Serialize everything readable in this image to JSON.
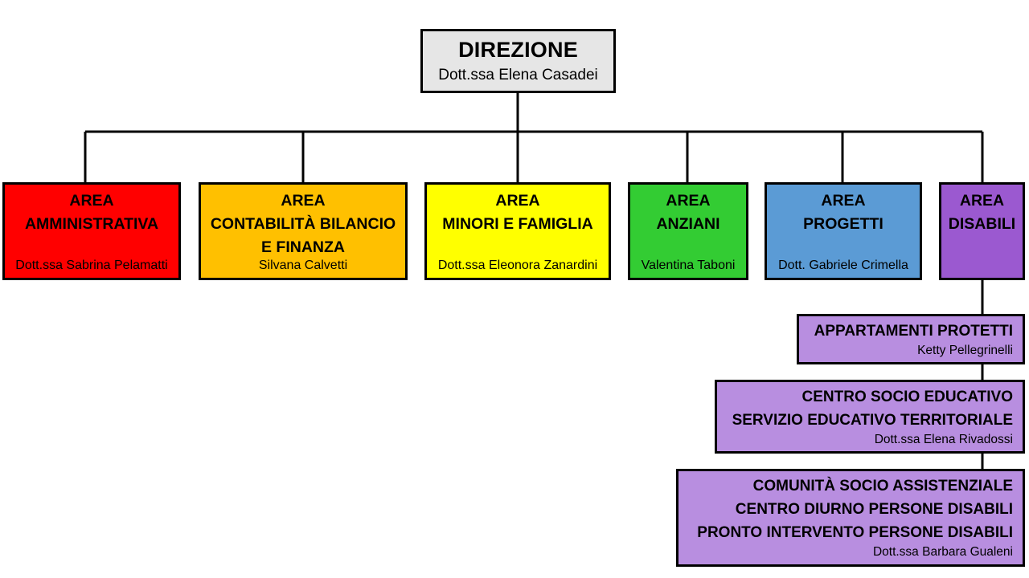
{
  "direzione": {
    "title": "DIREZIONE",
    "person": "Dott.ssa Elena Casadei"
  },
  "areas": [
    {
      "line1": "AREA",
      "line2": "AMMINISTRATIVA",
      "line3": "",
      "person": "Dott.ssa Sabrina Pelamatti",
      "color": "#ff0000"
    },
    {
      "line1": "AREA",
      "line2": "CONTABILITÀ BILANCIO",
      "line3": "E FINANZA",
      "person": "Silvana Calvetti",
      "color": "#ffc000"
    },
    {
      "line1": "AREA",
      "line2": "MINORI E FAMIGLIA",
      "line3": "",
      "person": "Dott.ssa Eleonora Zanardini",
      "color": "#ffff00"
    },
    {
      "line1": "AREA",
      "line2": "ANZIANI",
      "line3": "",
      "person": "Valentina Taboni",
      "color": "#33cc33"
    },
    {
      "line1": "AREA",
      "line2": "PROGETTI",
      "line3": "",
      "person": "Dott. Gabriele Crimella",
      "color": "#5b9bd5"
    },
    {
      "line1": "AREA",
      "line2": "DISABILI",
      "line3": "",
      "person": "",
      "color": "#9b59d0"
    }
  ],
  "disabili_units": [
    {
      "lines": [
        "APPARTAMENTI PROTETTI"
      ],
      "person": "Ketty Pellegrinelli"
    },
    {
      "lines": [
        "CENTRO SOCIO EDUCATIVO",
        "SERVIZIO EDUCATIVO TERRITORIALE"
      ],
      "person": "Dott.ssa Elena Rivadossi"
    },
    {
      "lines": [
        "COMUNITÀ SOCIO  ASSISTENZIALE",
        "CENTRO DIURNO PERSONE DISABILI",
        "PRONTO INTERVENTO PERSONE DISABILI"
      ],
      "person": "Dott.ssa Barbara Gualeni"
    }
  ]
}
